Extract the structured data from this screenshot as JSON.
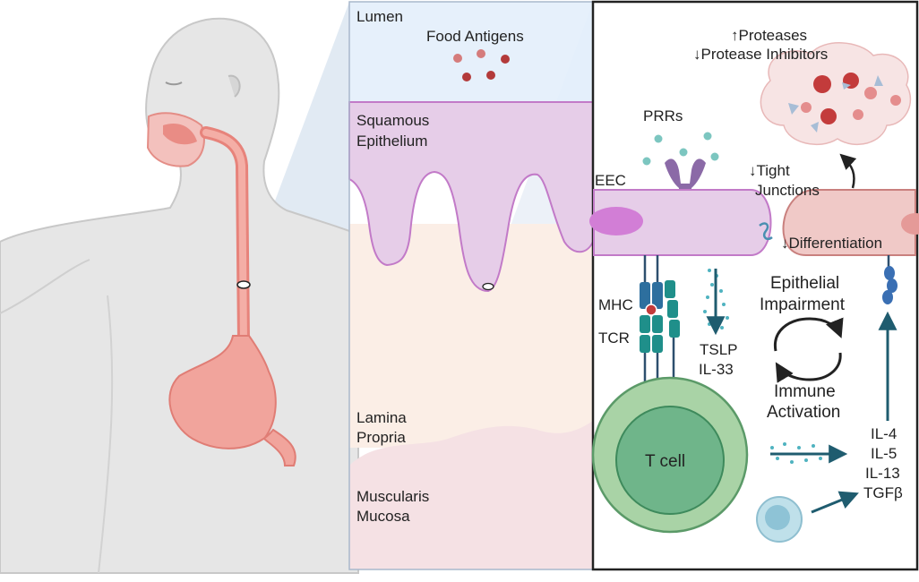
{
  "layers": {
    "lumen": "Lumen",
    "food_antigens": "Food Antigens",
    "squamous_1": "Squamous",
    "squamous_2": "Epithelium",
    "lamina_1": "Lamina",
    "lamina_2": "Propria",
    "musc_1": "Muscularis",
    "musc_2": "Mucosa"
  },
  "detail": {
    "proteases": "↑Proteases",
    "protease_inhibitors": "↓Protease Inhibitors",
    "prrs": "PRRs",
    "eec": "EEC",
    "tight_1": "↓Tight",
    "tight_2": "Junctions",
    "differentiation": "↓Differentiation",
    "mhc": "MHC",
    "tcr": "TCR",
    "tslp": "TSLP",
    "il33": "IL-33",
    "impair_1": "Epithelial",
    "impair_2": "Impairment",
    "immune_1": "Immune",
    "immune_2": "Activation",
    "tcell": "T cell",
    "il4": "IL-4",
    "il5": "IL-5",
    "il13": "IL-13",
    "tgfb": "TGFβ"
  },
  "colors": {
    "lumen_bg": "#e3eefb",
    "epithelium": "#e6cde8",
    "epithelium_edge": "#c27ac8",
    "lamina_bg": "#fbeee6",
    "muscularis_bg": "#f5e1e4",
    "skin": "#e8e8e8",
    "esophagus": "#ef9a92",
    "tcell_outer": "#a9d3a6",
    "tcell_inner": "#6fb58a",
    "cytokine": "#1f5c6f",
    "antigen_dark": "#b33a3a",
    "antigen_light": "#d57c7c"
  }
}
